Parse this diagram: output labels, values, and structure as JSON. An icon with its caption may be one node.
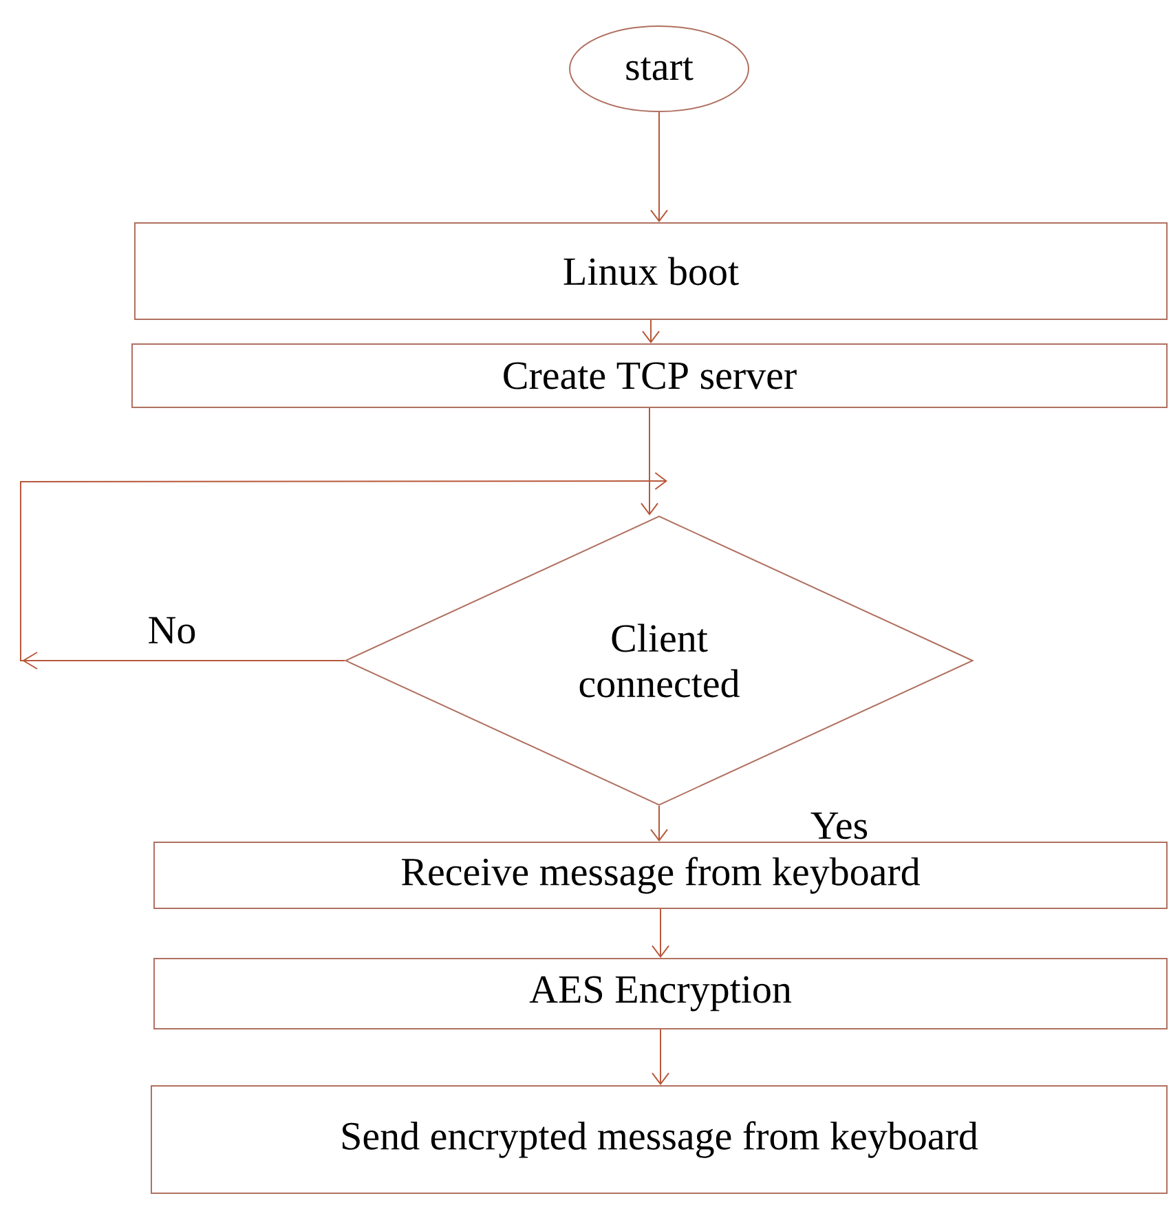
{
  "diagram": {
    "nodes": [
      {
        "text": [
          "start"
        ]
      },
      {
        "text": [
          "Linux boot"
        ]
      },
      {
        "text": [
          "Create TCP server"
        ]
      },
      {
        "text": [
          "Client connected"
        ]
      },
      {
        "text": [
          "Receive message from keyboard"
        ]
      },
      {
        "text": [
          "AES  Encryption"
        ]
      },
      {
        "text": [
          "Send encrypted message from keyboard"
        ]
      }
    ],
    "edges": [
      {
        "from": 0,
        "to": 1,
        "arrow": "to"
      },
      {
        "from": 1,
        "to": 2,
        "arrow": "to"
      },
      {
        "from": 2,
        "to": 3,
        "arrow": "to"
      },
      {
        "from": 3,
        "to": 3,
        "arrow": "to",
        "label": "No"
      },
      {
        "from": 3,
        "to": 4,
        "arrow": "to",
        "label": "Yes"
      },
      {
        "from": 4,
        "to": 5,
        "arrow": "to"
      },
      {
        "from": 5,
        "to": 6,
        "arrow": "to"
      }
    ]
  }
}
